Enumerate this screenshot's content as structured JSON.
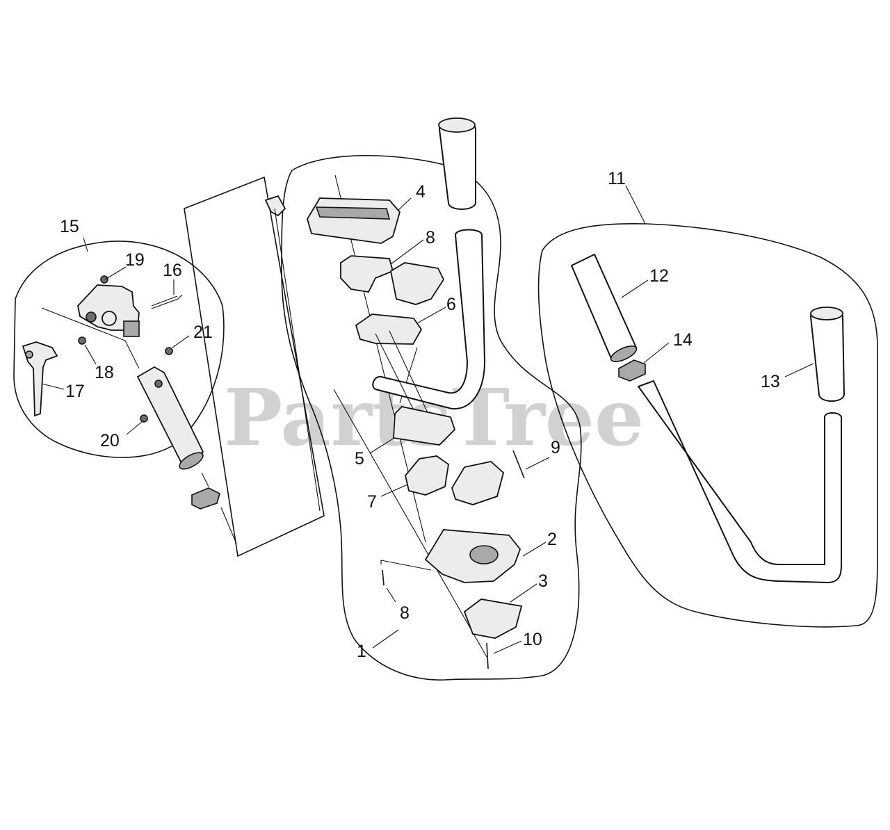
{
  "watermark": "PartsTree",
  "callouts": {
    "c1": "1",
    "c2": "2",
    "c3": "3",
    "c4": "4",
    "c5": "5",
    "c6": "6",
    "c7": "7",
    "c8a": "8",
    "c8b": "8",
    "c9": "9",
    "c10": "10",
    "c11": "11",
    "c12": "12",
    "c13": "13",
    "c14": "14",
    "c15": "15",
    "c16": "16",
    "c17": "17",
    "c18": "18",
    "c19": "19",
    "c20": "20",
    "c21": "21"
  }
}
